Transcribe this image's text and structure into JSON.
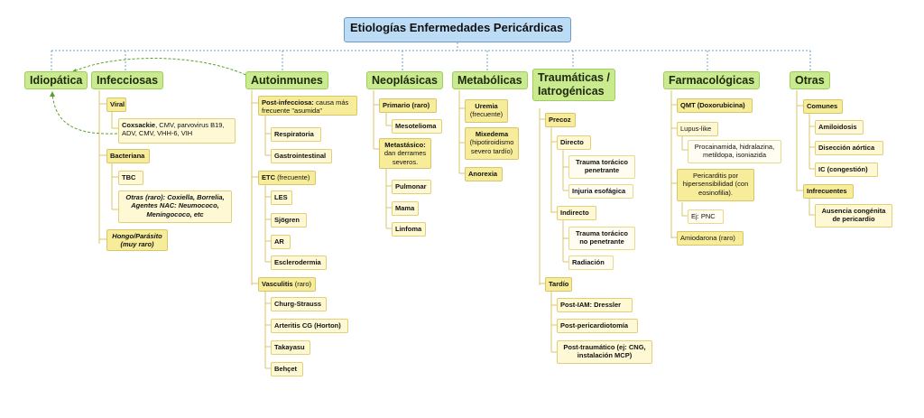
{
  "title": "Etiologías Enfermedades Pericárdicas",
  "categories": {
    "idiopatica": "Idiopática",
    "infecciosas": "Infecciosas",
    "autoinmunes": "Autoinmunes",
    "neoplasicas": "Neoplásicas",
    "metabolicas": "Metabólicas",
    "traumaticas": "Traumáticas / Iatrogénicas",
    "farmacologicas": "Farmacológicas",
    "otras": "Otras"
  },
  "infecciosas": {
    "viral": "Viral",
    "coxsackie_bold": "Coxsackie",
    "coxsackie_rest": ", CMV, parvovirus B19, ADV, CMV, VHH-6, VIH",
    "bacteriana": "Bacteriana",
    "tbc": "TBC",
    "otras_raro": "Otras (raro): Coxiella, Borrelia, Agentes NAC: Neumococo, Meningococo, etc",
    "hongo": "Hongo/Parásito (muy raro)"
  },
  "autoinmunes": {
    "post_inf_bold": "Post-infecciosa:",
    "post_inf_rest": " causa más frecuente \"asumida\"",
    "respiratoria": "Respiratoria",
    "gastro": "Gastrointestinal",
    "etc_bold": "ETC",
    "etc_rest": " (frecuente)",
    "les": "LES",
    "sjogren": "Sjögren",
    "ar": "AR",
    "esclero": "Esclerodermia",
    "vasc_bold": "Vasculitis",
    "vasc_rest": " (raro)",
    "churg": "Churg-Strauss",
    "arteritis": "Arteritis CG (Horton)",
    "takayasu": "Takayasu",
    "behcet": "Behçet"
  },
  "neoplasicas": {
    "primario": "Primario (raro)",
    "mesotelioma": "Mesotelioma",
    "meta_bold": "Metastásico:",
    "meta_rest": " dan derrames severos.",
    "pulmonar": "Pulmonar",
    "mama": "Mama",
    "linfoma": "Linfoma"
  },
  "metabolicas": {
    "uremia_bold": "Uremia",
    "uremia_rest": "(frecuente)",
    "mixe_bold": "Mixedema",
    "mixe_rest": "(hipotiroidismo severo tardío)",
    "anorexia": "Anorexia"
  },
  "traumaticas": {
    "precoz": "Precoz",
    "directo": "Directo",
    "trauma_pen": "Trauma torácico penetrante",
    "injuria": "Injuria esofágica",
    "indirecto": "Indirecto",
    "trauma_nopen": "Trauma torácico no penetrante",
    "radiacion": "Radiación",
    "tardio": "Tardío",
    "dressler": "Post-IAM: Dressler",
    "pericardiotomia": "Post-pericardiotomía",
    "post_traum": "Post-traumático (ej: CNG, instalación MCP)"
  },
  "farmacologicas": {
    "qmt": "QMT (Doxorubicina)",
    "lupus": "Lupus-like",
    "procainamida": "Procainamida, hidralazina, metildopa, isoniazida",
    "hipersens": "Pericarditis por hipersensibilidad (con eosinofilia).",
    "pnc": "Ej: PNC",
    "amiodarona": "Amiodarona (raro)"
  },
  "otras": {
    "comunes": "Comunes",
    "amiloidosis": "Amiloidosis",
    "diseccion": "Disección aórtica",
    "ic": "IC (congestión)",
    "infrecuentes": "Infrecuentes",
    "ausencia": "Ausencia congénita de pericardio"
  },
  "colors": {
    "root_fill": "#bcdcf6",
    "category_fill": "#c9ea8f",
    "node_fill": "#f7ec9a",
    "connector": "#d8c66a",
    "dotted_link": "#6aa6c8",
    "dashed_arrow": "#5aa02c"
  }
}
